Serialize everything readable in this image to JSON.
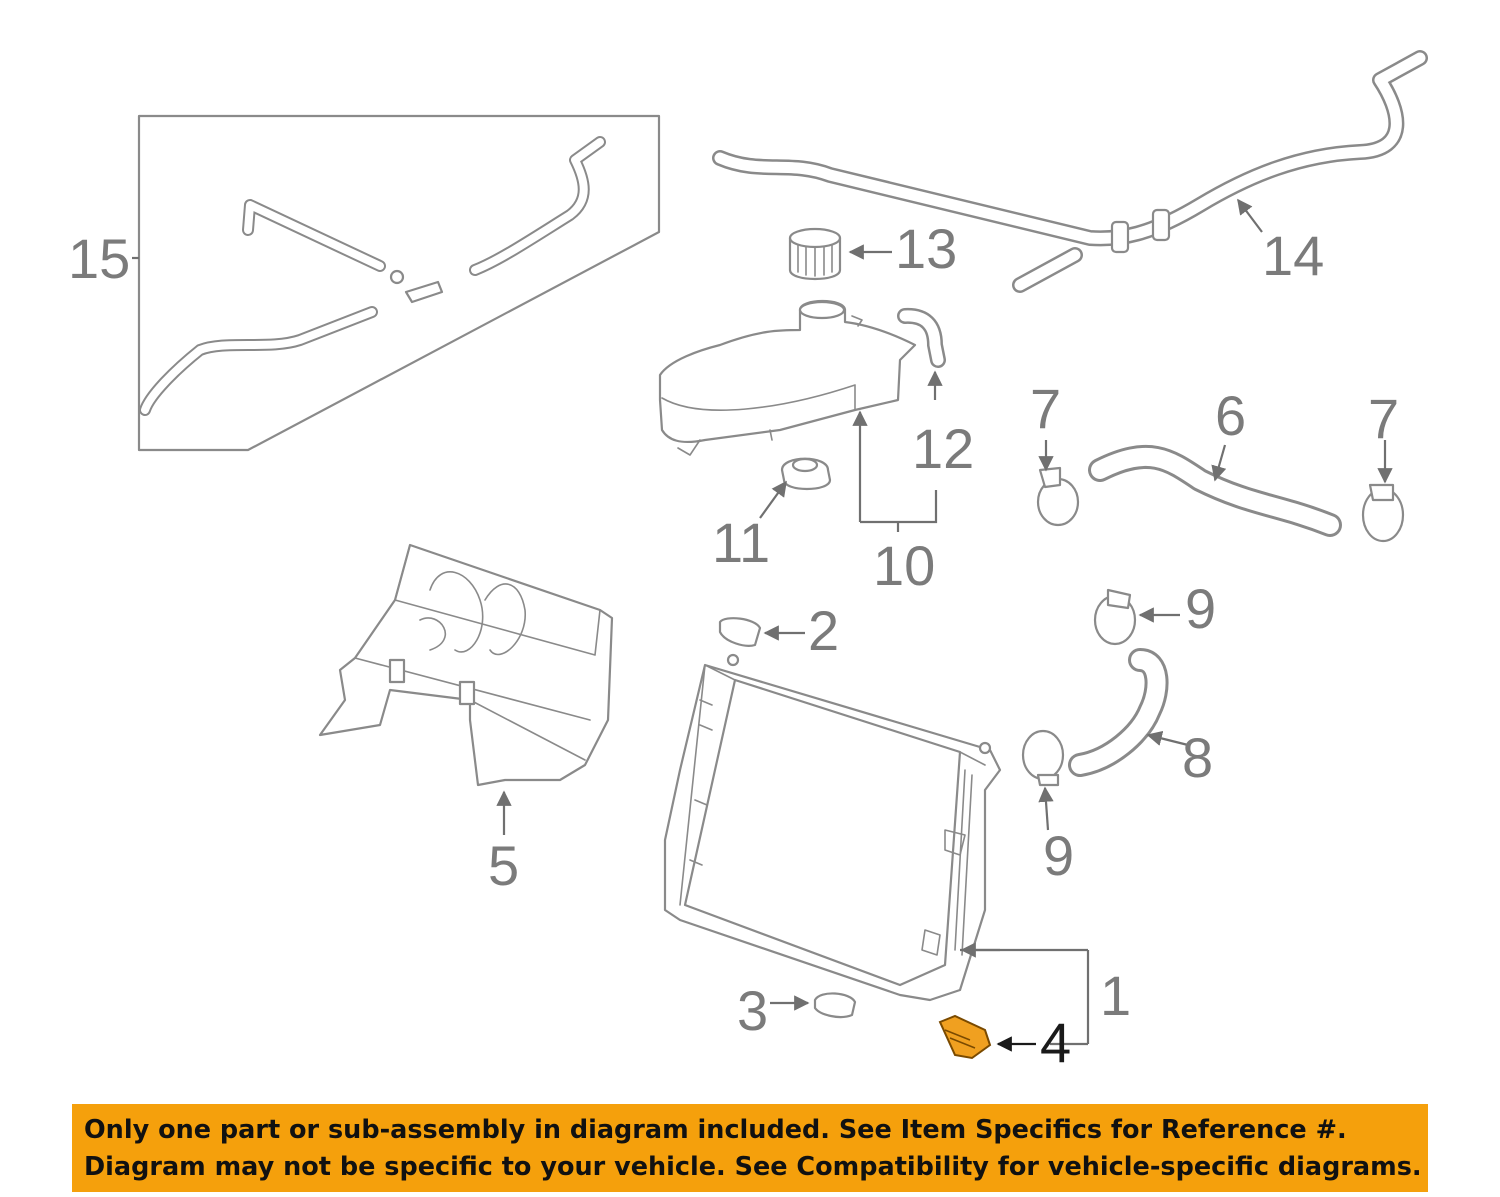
{
  "diagram": {
    "callouts": {
      "c1": "1",
      "c2": "2",
      "c3": "3",
      "c4": "4",
      "c5": "5",
      "c6": "6",
      "c7a": "7",
      "c7b": "7",
      "c8": "8",
      "c9a": "9",
      "c9b": "9",
      "c10": "10",
      "c11": "11",
      "c12": "12",
      "c13": "13",
      "c14": "14",
      "c15": "15"
    },
    "highlighted_part": "4",
    "highlight_color": "#f0a020",
    "line_color": "#8a8a8a"
  },
  "banner": {
    "line1": "Only one part or sub-assembly in diagram included. See Item Specifics for Reference #.",
    "line2": "Diagram may not be specific to your vehicle. See Compatibility for vehicle-specific diagrams.",
    "background": "#f5a00c"
  }
}
